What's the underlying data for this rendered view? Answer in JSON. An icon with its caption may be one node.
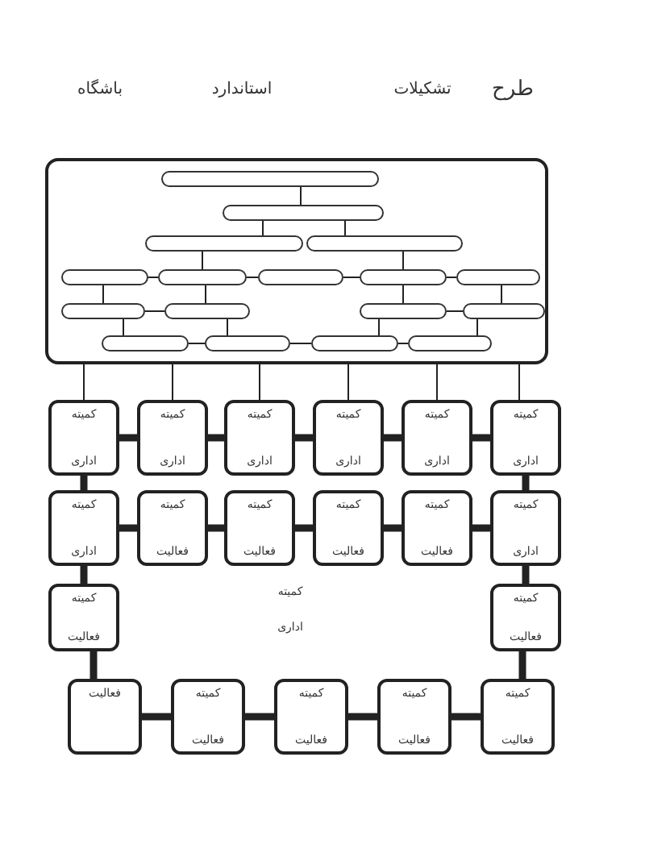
{
  "diagram": {
    "nodes": [
      {
        "text": [],
        "shape": "box"
      },
      {
        "text": [],
        "shape": "box",
        "in": 0
      },
      {
        "text": [],
        "shape": "box",
        "in": 0
      },
      {
        "text": [],
        "shape": "box",
        "in": 0
      },
      {
        "text": [],
        "shape": "box",
        "in": 0
      },
      {
        "text": [],
        "shape": "box",
        "in": 0
      },
      {
        "text": [],
        "shape": "box",
        "in": 0
      },
      {
        "text": [],
        "shape": "box",
        "in": 0
      },
      {
        "text": [],
        "shape": "box",
        "in": 0
      },
      {
        "text": [],
        "shape": "box",
        "in": 0
      },
      {
        "text": [],
        "shape": "box",
        "in": 0
      },
      {
        "text": [],
        "shape": "box",
        "in": 0
      },
      {
        "text": [],
        "shape": "box",
        "in": 0
      },
      {
        "text": [],
        "shape": "box",
        "in": 0
      },
      {
        "text": [],
        "shape": "box",
        "in": 0
      },
      {
        "text": [],
        "shape": "box",
        "in": 0
      },
      {
        "text": [],
        "shape": "box",
        "in": 0
      },
      {
        "text": [],
        "shape": "box",
        "in": 0
      },
      {
        "text": [
          "کمیته",
          "اداری"
        ]
      },
      {
        "text": [
          "کمیته",
          "اداری"
        ]
      },
      {
        "text": [
          "کمیته",
          "اداری"
        ]
      },
      {
        "text": [
          "کمیته",
          "اداری"
        ]
      },
      {
        "text": [
          "کمیته",
          "اداری"
        ]
      },
      {
        "text": [
          "کمیته",
          "اداری"
        ]
      },
      {
        "text": [
          "کمیته",
          "اداری"
        ]
      },
      {
        "text": [
          "کمیته",
          "فعالیت"
        ]
      },
      {
        "text": [
          "کمیته",
          "فعالیت"
        ]
      },
      {
        "text": [
          "کمیته",
          "فعالیت"
        ]
      },
      {
        "text": [
          "کمیته",
          "فعالیت"
        ]
      },
      {
        "text": [
          "کمیته",
          "اداری"
        ]
      },
      {
        "text": [
          "کمیته",
          "فعالیت"
        ]
      },
      {
        "text": [
          "کمیته",
          "فعالیت"
        ]
      },
      {
        "text": [
          "فعالیت"
        ]
      },
      {
        "text": [
          "کمیته",
          "فعالیت"
        ]
      },
      {
        "text": [
          "کمیته",
          "فعالیت"
        ]
      },
      {
        "text": [
          "کمیته",
          "فعالیت"
        ]
      },
      {
        "text": [
          "کمیته",
          "فعالیت"
        ]
      }
    ],
    "edges": [
      {
        "from": 1,
        "to": 2,
        "arrow": "none"
      },
      {
        "from": 2,
        "to": 3,
        "arrow": "none"
      },
      {
        "from": 2,
        "to": 4,
        "arrow": "none"
      },
      {
        "from": 3,
        "to": 6,
        "arrow": "none"
      },
      {
        "from": 4,
        "to": 8,
        "arrow": "none"
      },
      {
        "from": 5,
        "to": 6,
        "arrow": "none"
      },
      {
        "from": 6,
        "to": 7,
        "arrow": "none"
      },
      {
        "from": 7,
        "to": 8,
        "arrow": "none"
      },
      {
        "from": 8,
        "to": 9,
        "arrow": "none"
      },
      {
        "from": 5,
        "to": 10,
        "arrow": "none"
      },
      {
        "from": 6,
        "to": 11,
        "arrow": "none"
      },
      {
        "from": 10,
        "to": 11,
        "arrow": "none"
      },
      {
        "from": 8,
        "to": 12,
        "arrow": "none"
      },
      {
        "from": 9,
        "to": 13,
        "arrow": "none"
      },
      {
        "from": 12,
        "to": 13,
        "arrow": "none"
      },
      {
        "from": 10,
        "to": 14,
        "arrow": "none"
      },
      {
        "from": 11,
        "to": 15,
        "arrow": "none"
      },
      {
        "from": 14,
        "to": 15,
        "arrow": "none"
      },
      {
        "from": 15,
        "to": 16,
        "arrow": "none"
      },
      {
        "from": 12,
        "to": 16,
        "arrow": "none"
      },
      {
        "from": 16,
        "to": 17,
        "arrow": "none"
      },
      {
        "from": 13,
        "to": 17,
        "arrow": "none"
      },
      {
        "from": 0,
        "to": 18,
        "arrow": "none"
      },
      {
        "from": 0,
        "to": 19,
        "arrow": "none"
      },
      {
        "from": 0,
        "to": 20,
        "arrow": "none"
      },
      {
        "from": 0,
        "to": 21,
        "arrow": "none"
      },
      {
        "from": 0,
        "to": 22,
        "arrow": "none"
      },
      {
        "from": 0,
        "to": 23,
        "arrow": "none"
      },
      {
        "from": 18,
        "to": 19,
        "arrow": "none",
        "style": "thick"
      },
      {
        "from": 19,
        "to": 20,
        "arrow": "none",
        "style": "thick"
      },
      {
        "from": 20,
        "to": 21,
        "arrow": "none",
        "style": "thick"
      },
      {
        "from": 21,
        "to": 22,
        "arrow": "none",
        "style": "thick"
      },
      {
        "from": 22,
        "to": 23,
        "arrow": "none",
        "style": "thick"
      },
      {
        "from": 18,
        "to": 24,
        "arrow": "none",
        "style": "thick"
      },
      {
        "from": 23,
        "to": 29,
        "arrow": "none",
        "style": "thick"
      },
      {
        "from": 24,
        "to": 25,
        "arrow": "none",
        "style": "thick"
      },
      {
        "from": 25,
        "to": 26,
        "arrow": "none",
        "style": "thick"
      },
      {
        "from": 26,
        "to": 27,
        "arrow": "none",
        "style": "thick"
      },
      {
        "from": 27,
        "to": 28,
        "arrow": "none",
        "style": "thick"
      },
      {
        "from": 28,
        "to": 29,
        "arrow": "none",
        "style": "thick"
      },
      {
        "from": 24,
        "to": 30,
        "arrow": "none",
        "style": "thick"
      },
      {
        "from": 29,
        "to": 31,
        "arrow": "none",
        "style": "thick"
      },
      {
        "from": 30,
        "to": 32,
        "arrow": "none",
        "style": "thick"
      },
      {
        "from": 32,
        "to": 33,
        "arrow": "none",
        "style": "thick"
      },
      {
        "from": 33,
        "to": 34,
        "arrow": "none",
        "style": "thick"
      },
      {
        "from": 34,
        "to": 35,
        "arrow": "none",
        "style": "thick"
      },
      {
        "from": 35,
        "to": 36,
        "arrow": "none",
        "style": "thick"
      },
      {
        "from": 36,
        "to": 31,
        "arrow": "none",
        "style": "thick"
      }
    ],
    "labels": [
      "طرح",
      "تشکیلات",
      "استاندارد",
      "باشگاه",
      "کمیته",
      "اداری"
    ]
  }
}
